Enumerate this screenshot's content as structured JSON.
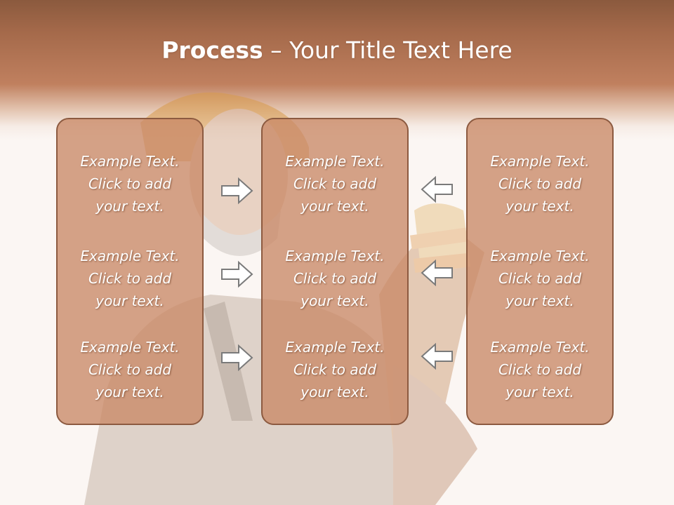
{
  "title": {
    "bold": "Process",
    "separator": " – ",
    "rest": "Your Title Text Here"
  },
  "boxes": [
    {
      "items": [
        {
          "line1": "Example Text.",
          "line2": "Click  to add",
          "line3": "your text."
        },
        {
          "line1": "Example Text.",
          "line2": "Click  to add",
          "line3": "your text."
        },
        {
          "line1": "Example Text.",
          "line2": "Click  to add",
          "line3": "your text."
        }
      ]
    },
    {
      "items": [
        {
          "line1": "Example Text.",
          "line2": "Click  to add",
          "line3": "your text."
        },
        {
          "line1": "Example Text.",
          "line2": "Click  to add",
          "line3": "your text."
        },
        {
          "line1": "Example Text.",
          "line2": "Click  to add",
          "line3": "your text."
        }
      ]
    },
    {
      "items": [
        {
          "line1": "Example Text.",
          "line2": "Click  to add",
          "line3": "your text."
        },
        {
          "line1": "Example Text.",
          "line2": "Click  to add",
          "line3": "your text."
        },
        {
          "line1": "Example Text.",
          "line2": "Click  to add",
          "line3": "your text."
        }
      ]
    }
  ],
  "arrows": {
    "left_column": "arrow-right-icon",
    "right_column": "arrow-left-icon"
  },
  "colors": {
    "header_dark": "#8b5a3e",
    "box_fill": "#c98966",
    "box_border": "#8c5a40",
    "arrow_fill": "#ffffff",
    "arrow_stroke": "#7a7a7a"
  }
}
